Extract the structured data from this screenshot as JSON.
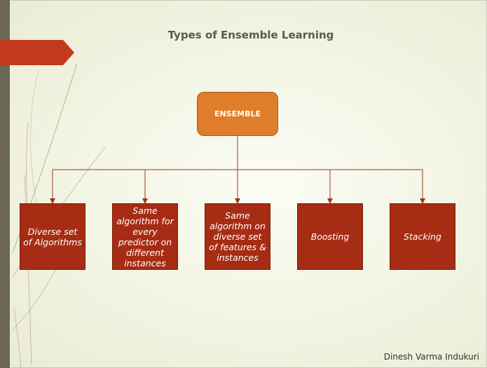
{
  "title": "Types of Ensemble Learning",
  "root": {
    "label": "ENSEMBLE"
  },
  "children": [
    {
      "label": "Diverse set of Algorithms"
    },
    {
      "label": "Same algorithm for every predictor on different instances"
    },
    {
      "label": "Same algorithm on diverse set of features & instances"
    },
    {
      "label": "Boosting"
    },
    {
      "label": "Stacking"
    }
  ],
  "footer": {
    "author": "Dinesh Varma Indukuri"
  },
  "colors": {
    "root_fill": "#e07d2a",
    "child_fill": "#a62c13",
    "accent_arrow": "#c2391b",
    "connector": "#9b3a1c",
    "left_bar": "#6b6752"
  }
}
